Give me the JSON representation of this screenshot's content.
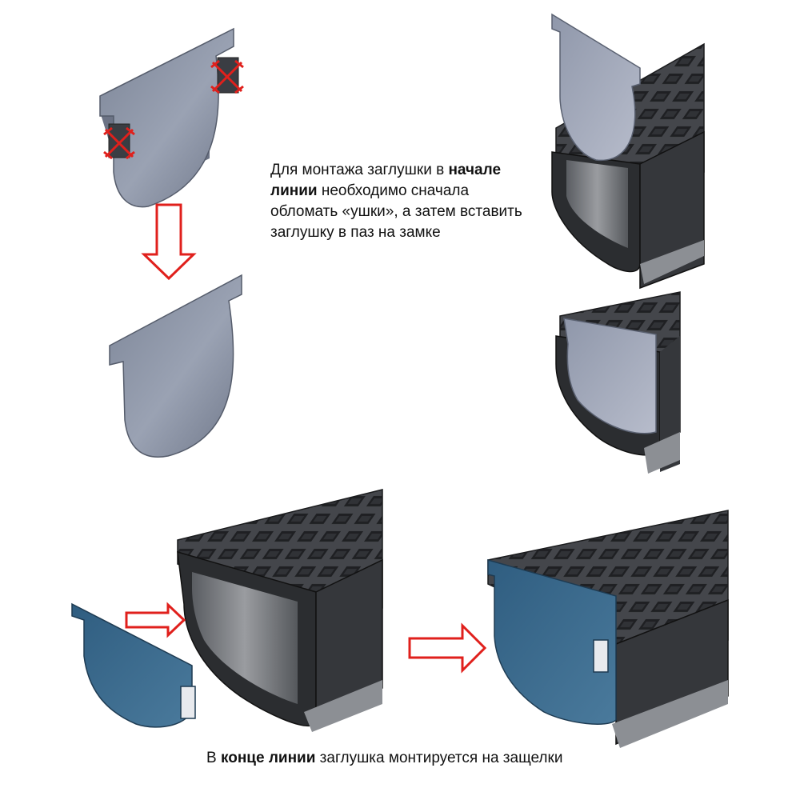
{
  "captions": {
    "top": {
      "part1": "Для монтажа заглушки в ",
      "bold1": "начале",
      "bold2": "линии",
      "part2": " необходимо сначала обломать «ушки», а затем вставить заглушку в паз на замке"
    },
    "bottom": {
      "part1": "В ",
      "bold": "конце линии",
      "part2": " заглушка монтируется на защелки"
    }
  },
  "colors": {
    "plate_gray": "#8a93a5",
    "plate_blue": "#3c6a8c",
    "channel_dark": "#2b2d30",
    "grate_dark": "#3a3c40",
    "arrow_red": "#e0201c"
  }
}
